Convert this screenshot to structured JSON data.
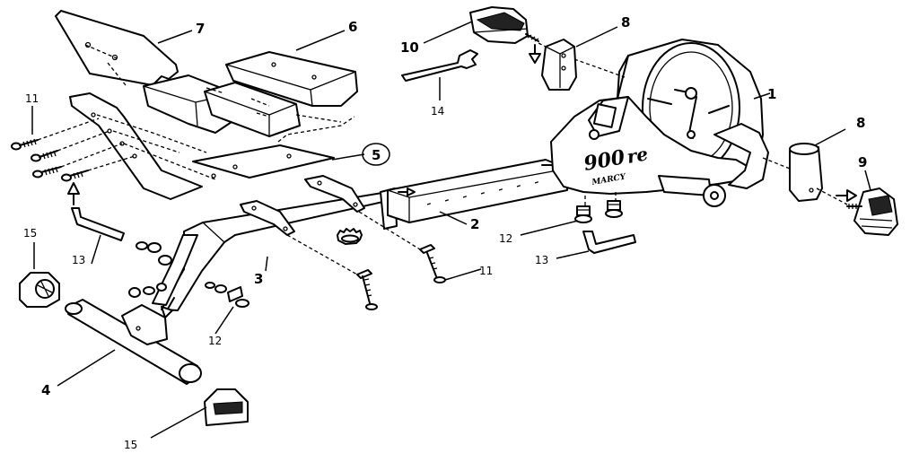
{
  "diagram": {
    "brand_model": "900",
    "brand_suffix": "re",
    "brand_name": "MARCY",
    "labels": {
      "p1": "1",
      "p2": "2",
      "p3": "3",
      "p4": "4",
      "p5": "5",
      "p6": "6",
      "p7": "7",
      "p8a": "8",
      "p8b": "8",
      "p9": "9",
      "p10": "10",
      "p11a": "11",
      "p11b": "11",
      "p12a": "12",
      "p12b": "12",
      "p13a": "13",
      "p13b": "13",
      "p14": "14",
      "p15a": "15",
      "p15b": "15"
    }
  },
  "colors": {
    "line": "#000000",
    "background": "#ffffff"
  }
}
